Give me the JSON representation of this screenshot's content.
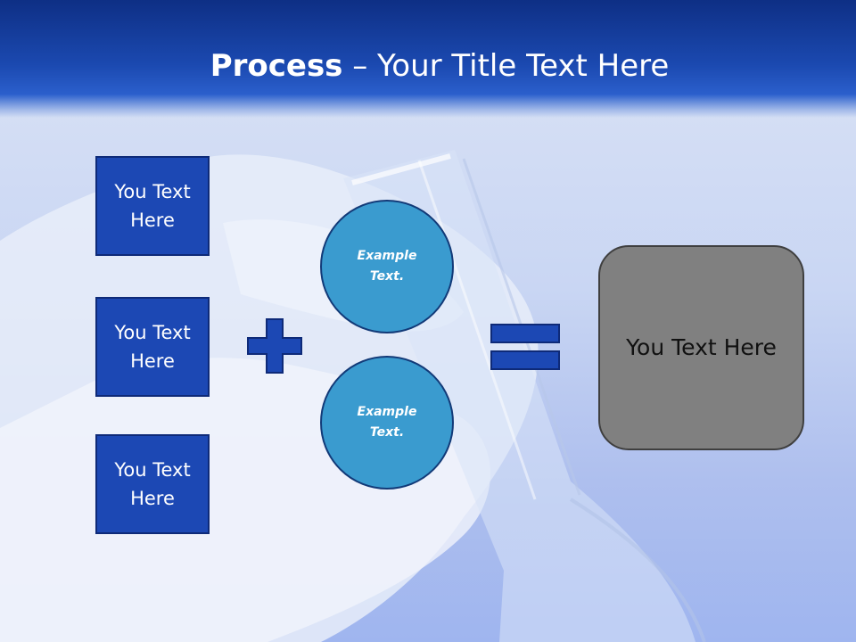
{
  "slide": {
    "title_bold": "Process",
    "title_rest": " – Your Title Text Here"
  },
  "left_boxes": [
    {
      "label": "You Text Here"
    },
    {
      "label": "You Text Here"
    },
    {
      "label": "You Text Here"
    }
  ],
  "circles": [
    {
      "label": "Example Text."
    },
    {
      "label": "Example Text."
    }
  ],
  "result_box": {
    "label": "You Text Here"
  },
  "operators": {
    "plus_icon": "plus-icon",
    "equals_icon": "equals-icon"
  },
  "colors": {
    "header_blue": "#1b49b0",
    "box_blue": "#1c48b4",
    "circle_blue": "#3a9bcf",
    "result_gray": "#808080"
  }
}
